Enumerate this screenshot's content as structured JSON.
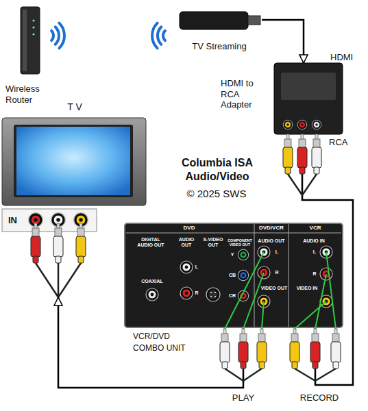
{
  "diagram": {
    "title": "Columbia ISA Audio/Video",
    "nodes": [
      {
        "text": [
          "Wireless Router"
        ]
      },
      {
        "text": [
          "TV Streaming"
        ]
      },
      {
        "text": [
          "HDMI",
          "HDMI to RCA Adapter",
          "RCA"
        ]
      },
      {
        "text": [
          "T V",
          "IN"
        ]
      },
      {
        "text": [
          "VCR/DVD COMBO UNIT"
        ]
      }
    ],
    "edges": [
      {
        "from": 1,
        "to": 2,
        "arrow": "to"
      },
      {
        "from": 2,
        "to": 4,
        "arrow": "none"
      },
      {
        "from": 4,
        "to": 3,
        "arrow": "to"
      }
    ],
    "labels": [
      "© 2025 SWS",
      "DVD",
      "DIGITAL AUDIO OUT",
      "COAXIAL",
      "AUDIO OUT",
      "L",
      "R",
      "S-VIDEO OUT",
      "COMPONENT VIDEO OUT",
      "Y",
      "CB",
      "CR",
      "DVD/VCR",
      "AUDIO OUT",
      "L",
      "R",
      "VIDEO OUT",
      "VCR",
      "AUDIO IN",
      "L",
      "R",
      "VIDEO IN",
      "PLAY",
      "RECORD"
    ]
  }
}
